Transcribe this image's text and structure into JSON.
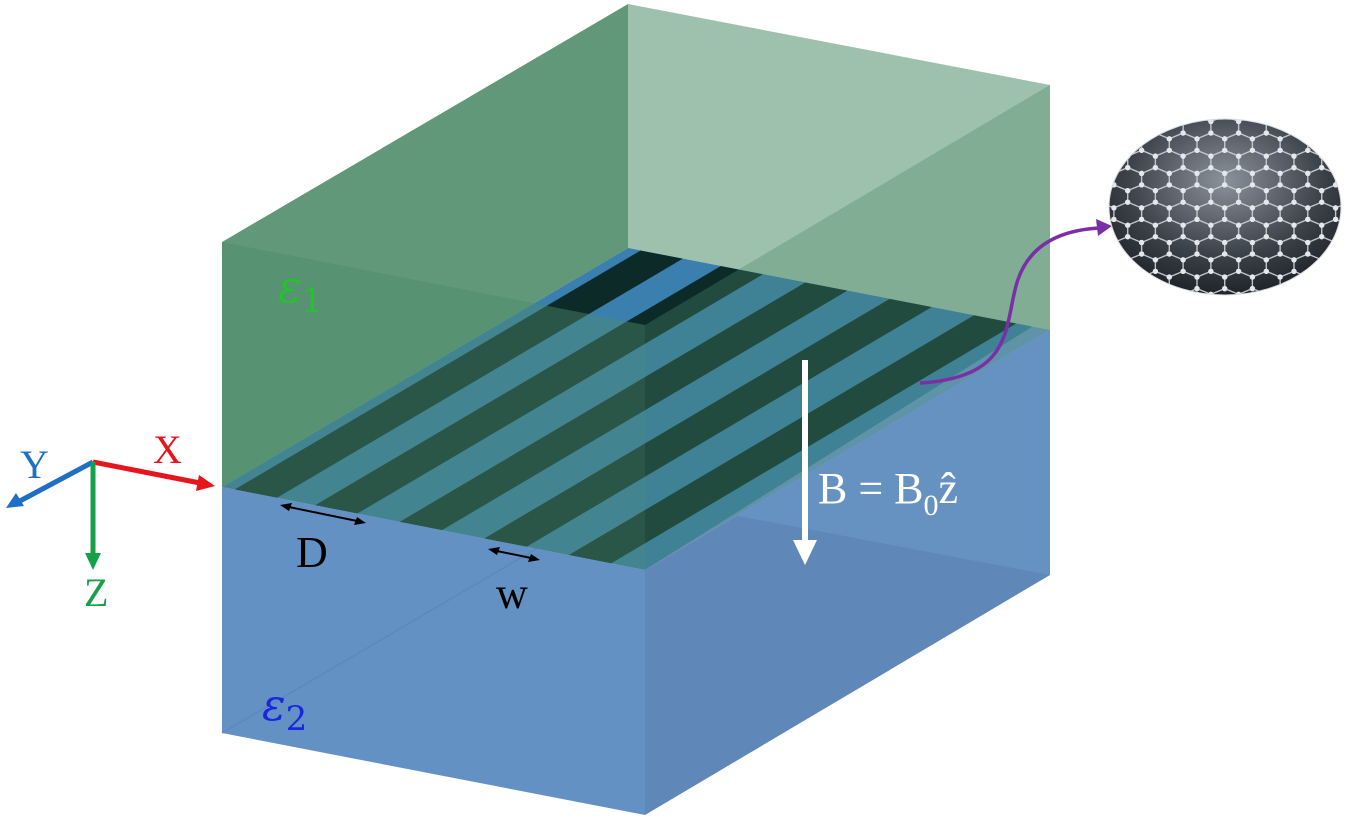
{
  "medium_top": {
    "symbol": "ε",
    "subscript": "1",
    "color": "#22c42a"
  },
  "medium_bottom": {
    "symbol": "ε",
    "subscript": "2",
    "color": "#1a25e0"
  },
  "field": {
    "lhs": "B = B",
    "subscript": "0",
    "rhs": "ẑ"
  },
  "dimensions": {
    "period_label": "D",
    "width_label": "w"
  },
  "axes": {
    "x_label": "X",
    "x_color": "#e8141b",
    "y_label": "Y",
    "y_color": "#1f6fc6",
    "z_label": "Z",
    "z_color": "#15a14a"
  },
  "colors": {
    "top_block": "#4a8a66",
    "bottom_block": "#6391c4",
    "ribbon": "#0b2a28",
    "connector": "#7a2fa8"
  },
  "inset_image": {
    "name": "graphene lattice"
  }
}
